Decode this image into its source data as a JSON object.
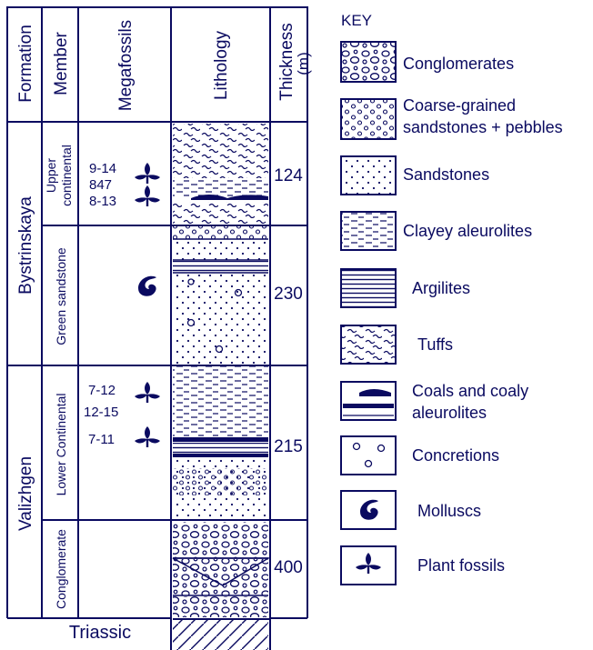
{
  "headers": {
    "formation": "Formation",
    "member": "Member",
    "megafossils": "Megafossils",
    "lithology": "Lithology",
    "thickness_line1": "Thickness",
    "thickness_line2": "(m)"
  },
  "formations": {
    "bystrinskaya": "Bystrinskaya",
    "valizhgen": "Valizhgen"
  },
  "members": {
    "upper_line1": "Upper",
    "upper_line2": "continental",
    "green_sandstone": "Green sandstone",
    "lower_continental": "Lower Continental",
    "conglomerate": "Conglomerate"
  },
  "megafossil_labels": {
    "upper_1": "9-14",
    "upper_2": "847",
    "upper_3": "8-13",
    "lower_1": "7-12",
    "lower_2": "12-15",
    "lower_3": "7-11"
  },
  "thickness": {
    "upper": "124",
    "green": "230",
    "lower": "215",
    "conglomerate": "400"
  },
  "base_label": "Triassic",
  "key": {
    "title": "KEY",
    "conglomerates": "Conglomerates",
    "coarse_line1": "Coarse-grained",
    "coarse_line2": "sandstones + pebbles",
    "sandstones": "Sandstones",
    "clayey": "Clayey aleurolites",
    "argilites": "Argilites",
    "tuffs": "Tuffs",
    "coals_line1": "Coals and coaly",
    "coals_line2": "aleurolites",
    "concretions": "Concretions",
    "molluscs": "Molluscs",
    "plant_fossils": "Plant fossils"
  },
  "colors": {
    "ink": "#0a0a60",
    "background": "#ffffff"
  }
}
